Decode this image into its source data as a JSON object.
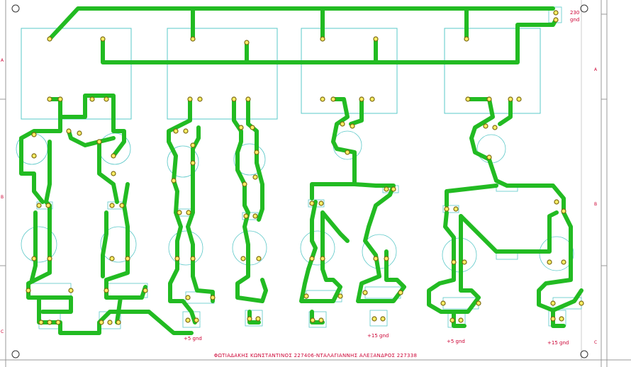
{
  "board": {
    "background": "#ffffff",
    "trace_color": "#22bb22",
    "pad_color": "#ffee66",
    "pad_ring_color": "#7a6a10",
    "outline_color": "#5ac8c8",
    "frame_color": "#888888",
    "text_color": "#cc0033"
  },
  "labels": {
    "mains": "230",
    "mains_gnd": "gnd",
    "out1": "+5  gnd",
    "out2": "+15  gnd",
    "out3": "+5  gnd",
    "out4": "+15  gnd",
    "title_block": "ΦΩΤΙΑΔΑΚΗΣ ΚΩΝΣΤΑΝΤΙΝΟΣ 227406-ΝΤΑΛΑΓΙΑΝΝΗΣ ΑΛΕΞΑΝΔΡΟΣ 227338"
  },
  "frame": {
    "row_marks": [
      "A",
      "B",
      "C"
    ]
  }
}
